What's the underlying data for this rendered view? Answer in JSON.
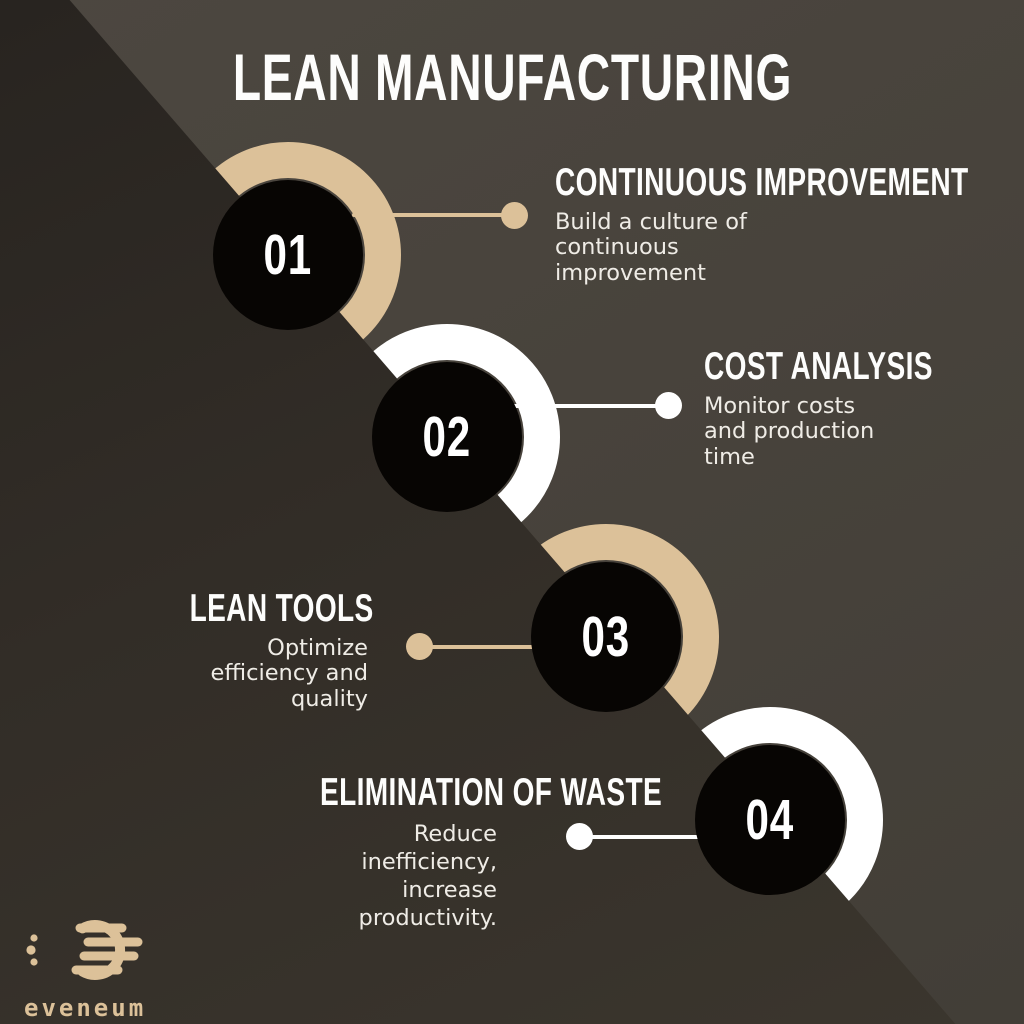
{
  "title": "LEAN MANUFACTURING",
  "steps": [
    {
      "number": "01",
      "heading": "CONTINUOUS IMPROVEMENT",
      "description": "Build a culture of\ncontinuous\nimprovement",
      "accent_color": "#dcc199"
    },
    {
      "number": "02",
      "heading": "COST ANALYSIS",
      "description": "Monitor costs\nand production\ntime",
      "accent_color": "#ffffff"
    },
    {
      "number": "03",
      "heading": "LEAN TOOLS",
      "description": "Optimize\nefficiency and\nquality",
      "accent_color": "#dcc199"
    },
    {
      "number": "04",
      "heading": "ELIMINATION OF WASTE",
      "description": "Reduce\ninefficiency,\nincrease\nproductivity.",
      "accent_color": "#ffffff"
    }
  ],
  "brand": {
    "logo_text": "eveneum",
    "logo_icon": "eveneum-e-mark",
    "logo_color": "#dcc199"
  },
  "colors": {
    "background_light": "#48433c",
    "background_dark": "#2e2a25",
    "circle_fill": "#070503",
    "heading_text": "#fdfdfc",
    "body_text": "#efece6",
    "accent_tan": "#dcc199",
    "accent_white": "#ffffff"
  }
}
